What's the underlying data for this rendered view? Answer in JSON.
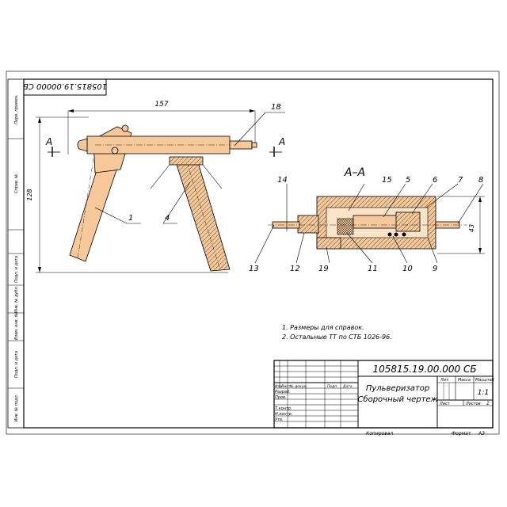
{
  "drawing": {
    "designation": "105815.19.00.000 СБ",
    "designation_rotated": "105815.19.00000 СБ",
    "title_lines": [
      "Пульверизатор",
      "Сборочный чертеж"
    ],
    "notes": [
      "1. Размеры для справок.",
      "2. Остальные ТТ по СТБ 1026-96."
    ],
    "section_label": "А–А",
    "section_marks": [
      "А",
      "А"
    ],
    "dimensions": [
      "157",
      "128",
      "43"
    ],
    "part_callouts": [
      "1",
      "4",
      "18",
      "14",
      "15",
      "5",
      "6",
      "7",
      "8",
      "13",
      "12",
      "19",
      "11",
      "10",
      "9"
    ]
  },
  "title_block": {
    "lit_label": "Лит.",
    "mass_label": "Масса",
    "scale_label": "Масштаб",
    "scale_value": "1:1",
    "sheet_label": "Лист",
    "sheets_label": "Листов",
    "sheets_value": "1",
    "revision_headers": [
      "Изм.",
      "Лист",
      "№ докум.",
      "Подп.",
      "Дата"
    ],
    "roles": [
      "Разраб.",
      "Пров.",
      "Т.контр.",
      "Н.контр.",
      "Утв."
    ],
    "copied": "Копировал",
    "format_label": "Формат",
    "format_value": "А3"
  },
  "side_stamp": [
    "Перв. примен.",
    "Справ. №",
    "Подп. и дата",
    "Инв. № дубл.",
    "Взам. инв. №",
    "Подп. и дата",
    "Инв. № подл."
  ]
}
